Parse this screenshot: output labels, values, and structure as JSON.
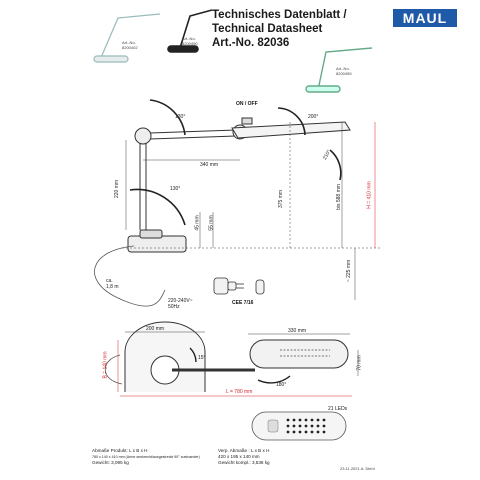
{
  "header": {
    "title_line1": "Technisches Datenblatt /",
    "title_line2": "Technical Datasheet",
    "article": "Art.-No. 82036",
    "brand": "MAUL"
  },
  "thumbnails": [
    {
      "art_label": "Art.-No.",
      "art_no": "8200402"
    },
    {
      "art_label": "Art.-No.",
      "art_no": "8200490"
    },
    {
      "art_label": "Art.-No.",
      "art_no": "8200455"
    }
  ],
  "side_view": {
    "switch_label": "ON / OFF",
    "angle_top_left": "130°",
    "angle_top_right": "200°",
    "angle_head": "210°",
    "angle_base": "130°",
    "dim_arm": "340 mm",
    "dim_upper": "220 mm",
    "dim_height_arm": "375 mm",
    "dim_max": "bis 588 mm",
    "dim_total": "H = 410 mm",
    "dim_base_h1": "45 mm",
    "dim_base_h2": "55 mm",
    "dim_min": "~ 225 mm",
    "cable": "ca.\n1,8 m",
    "voltage": "220-240V~\n50Hz",
    "plug": "CEE 7/16"
  },
  "top_view": {
    "dim_base_width": "200 mm",
    "dim_head_width": "330 mm",
    "dim_depth": "B = 140 mm",
    "angle_small": "15°",
    "angle_rot": "180°",
    "dim_head_depth": "70 mm",
    "dim_length": "L = 780 mm"
  },
  "leds": {
    "count_label": "21 LEDs"
  },
  "footer": {
    "product_title": "Abmaße Produkt: L x B x H",
    "product_dims": "780 x 140 x 410 mm (Arme senkrecht/ausgestreckt 90° zueinander)",
    "product_weight": "Gewicht: 3,095 kg",
    "packaging_title": "Verp. Abmaße  : L x B x H",
    "packaging_dims": "420 x 195 x 140 mm",
    "packaging_weight": "Gewicht kompl.: 3,538 kg",
    "date": "23.11.2021  A. Diehl"
  },
  "colors": {
    "brand_blue": "#1f5aa8",
    "dim_red": "#d6262c"
  }
}
